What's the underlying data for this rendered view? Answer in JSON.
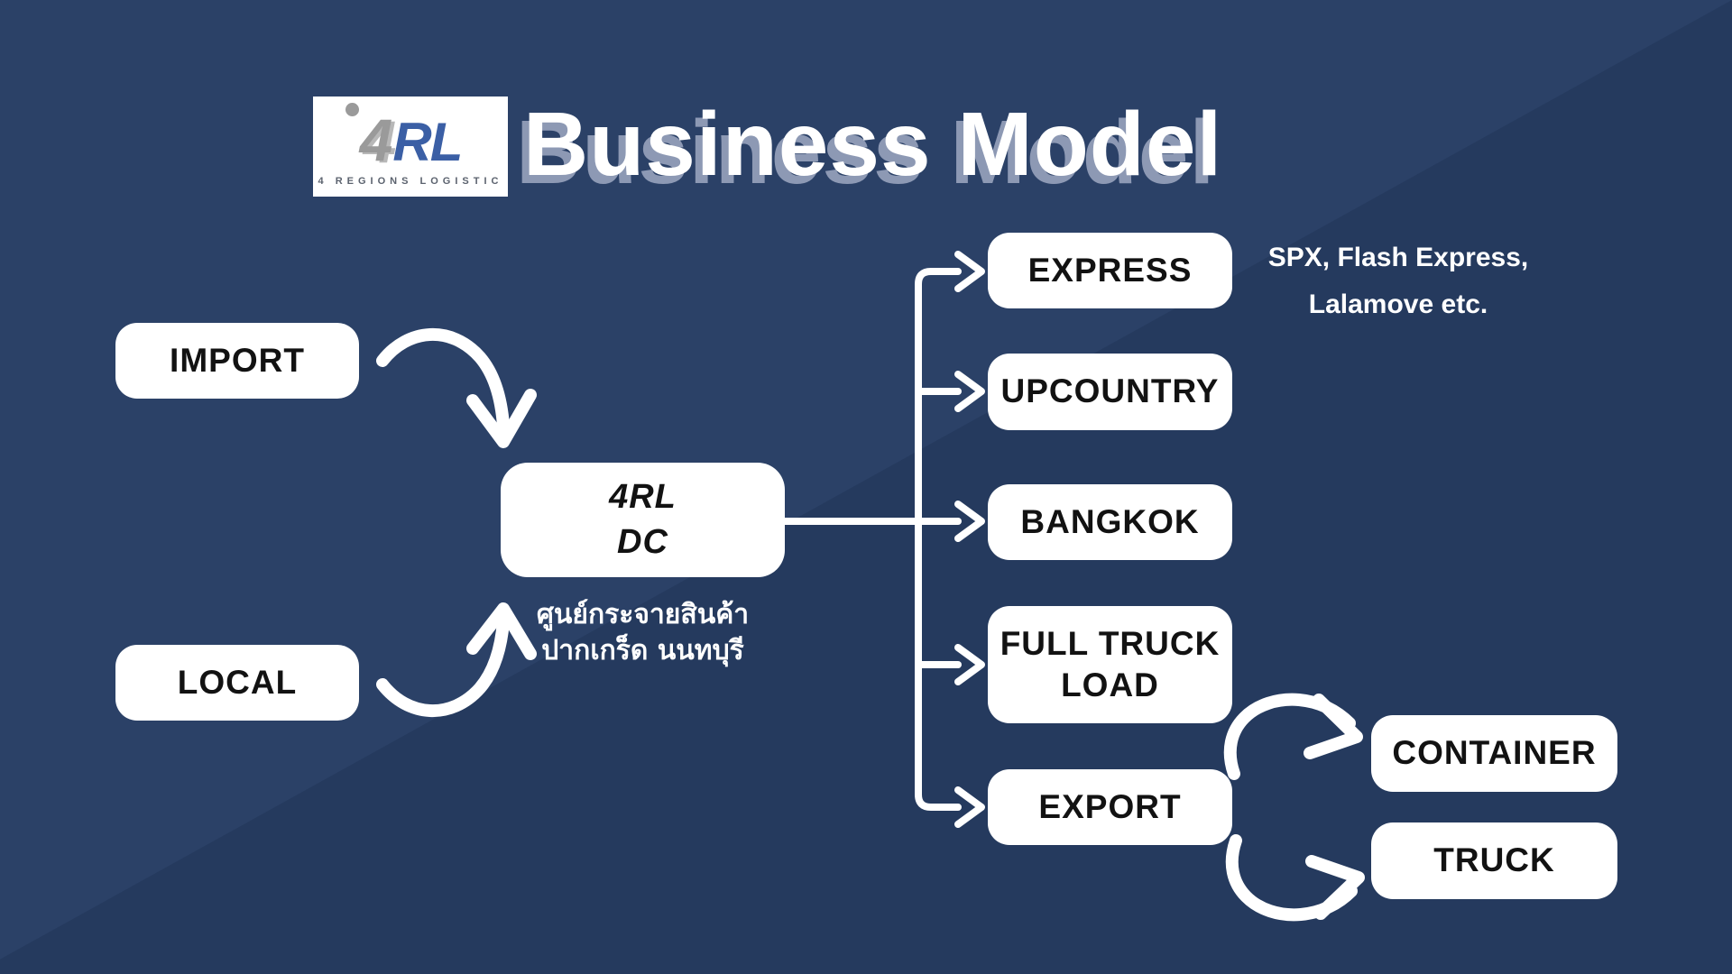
{
  "header": {
    "title": "Business Model",
    "logo": {
      "mark_4": "4",
      "mark_rl": "RL",
      "caption": "4 REGIONS LOGISTIC"
    }
  },
  "nodes": {
    "import": {
      "label": "IMPORT"
    },
    "local": {
      "label": "LOCAL"
    },
    "dc": {
      "line1": "4RL",
      "line2": "DC"
    },
    "express": {
      "label": "EXPRESS"
    },
    "upcountry": {
      "label": "UPCOUNTRY"
    },
    "bangkok": {
      "label": "BANGKOK"
    },
    "full_truck": {
      "line1": "FULL TRUCK",
      "line2": "LOAD"
    },
    "export": {
      "label": "EXPORT"
    },
    "container": {
      "label": "CONTAINER"
    },
    "truck": {
      "label": "TRUCK"
    }
  },
  "dc_caption": {
    "line1": "ศูนย์กระจายสินค้า",
    "line2": "ปากเกร็ด นนทบุรี"
  },
  "annotation": {
    "line1": "SPX, Flash Express,",
    "line2": "Lalamove etc."
  },
  "edges": [
    "IMPORT → 4RL DC",
    "LOCAL → 4RL DC",
    "4RL DC → EXPRESS",
    "4RL DC → UPCOUNTRY",
    "4RL DC → BANGKOK",
    "4RL DC → FULL TRUCK LOAD",
    "4RL DC → EXPORT",
    "EXPORT → CONTAINER",
    "EXPORT → TRUCK"
  ],
  "colors": {
    "background_light": "#2b4167",
    "background_dark": "#253a5e",
    "node_fill": "#ffffff",
    "node_text": "#121212",
    "connector": "#ffffff",
    "title_text": "#ffffff",
    "title_shadow": "#8d99b4",
    "logo_gray": "#9a9a9a",
    "logo_blue": "#3b5fa5"
  }
}
